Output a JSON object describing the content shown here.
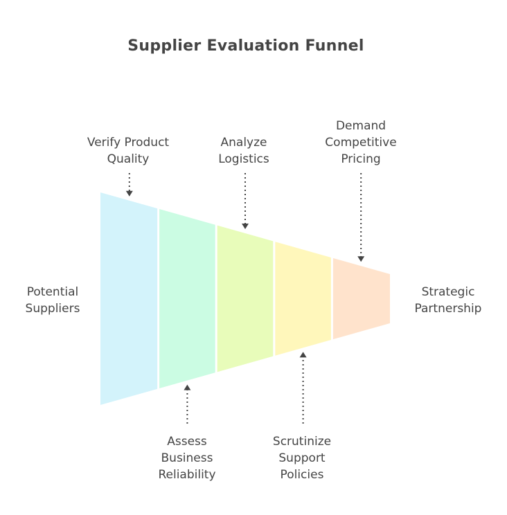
{
  "title": "Supplier Evaluation Funnel",
  "start_label": "Potential\nSuppliers",
  "end_label": "Strategic\nPartnership",
  "stages": [
    {
      "label": "Verify Product\nQuality",
      "position": "top",
      "color": "#d3f3fb"
    },
    {
      "label": "Assess\nBusiness\nReliability",
      "position": "bottom",
      "color": "#cbfce3"
    },
    {
      "label": "Analyze\nLogistics",
      "position": "top",
      "color": "#e8fcba"
    },
    {
      "label": "Scrutinize\nSupport\nPolicies",
      "position": "bottom",
      "color": "#fff7bb"
    },
    {
      "label": "Demand\nCompetitive\nPricing",
      "position": "top",
      "color": "#ffe3cc"
    }
  ],
  "arrow_color": "#444444"
}
